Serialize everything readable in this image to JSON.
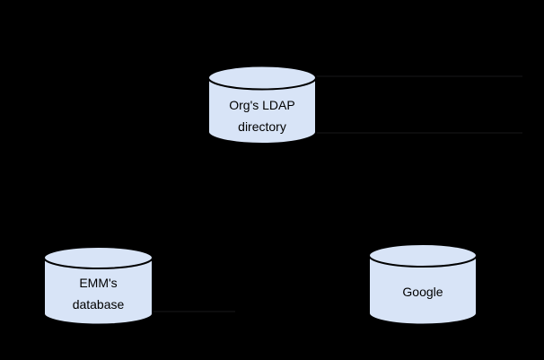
{
  "canvas": {
    "background": "#000000"
  },
  "colors": {
    "node_fill": "#d8e4f7",
    "node_stroke": "#000000",
    "node_text": "#000000",
    "faint_line": "#17171a"
  },
  "nodes": {
    "ldap": {
      "shape": "cylinder",
      "line1": "Org's LDAP",
      "line2": "directory"
    },
    "emm": {
      "shape": "cylinder",
      "line1": "EMM's",
      "line2": "database"
    },
    "google": {
      "shape": "cylinder",
      "line1": "Google"
    }
  }
}
